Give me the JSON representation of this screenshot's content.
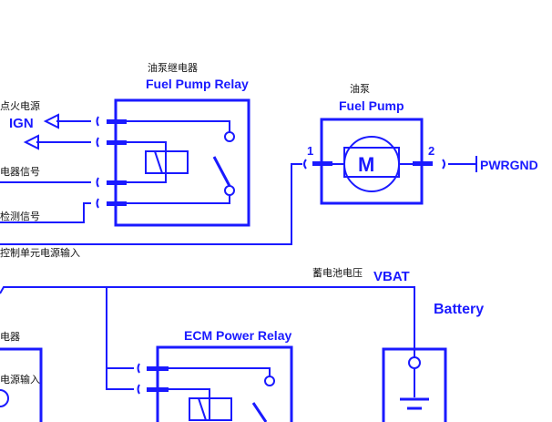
{
  "colors": {
    "wire": "#1a1aff",
    "label": "#111111",
    "background": "#ffffff"
  },
  "fuel_pump_relay": {
    "label_cn": "油泵继电器",
    "label_en": "Fuel Pump Relay"
  },
  "fuel_pump": {
    "label_cn": "油泵",
    "label_en": "Fuel Pump",
    "motor_symbol": "M",
    "pin_left": "1",
    "pin_right": "2",
    "ground": "PWRGND"
  },
  "left_signals": {
    "ignition_cn": "点火电源",
    "ignition_en": "IGN",
    "relay_signal_cn": "电器信号",
    "detect_signal_cn": "检测信号",
    "control_unit_power_cn": "控制单元电源输入"
  },
  "battery_section": {
    "voltage_cn": "蓄电池电压",
    "voltage_en": "VBAT",
    "battery_en": "Battery"
  },
  "ecm_power_relay": {
    "label_en": "ECM Power Relay"
  },
  "lower_left": {
    "relay_cn": "电器",
    "power_input_cn": "电源输入"
  }
}
